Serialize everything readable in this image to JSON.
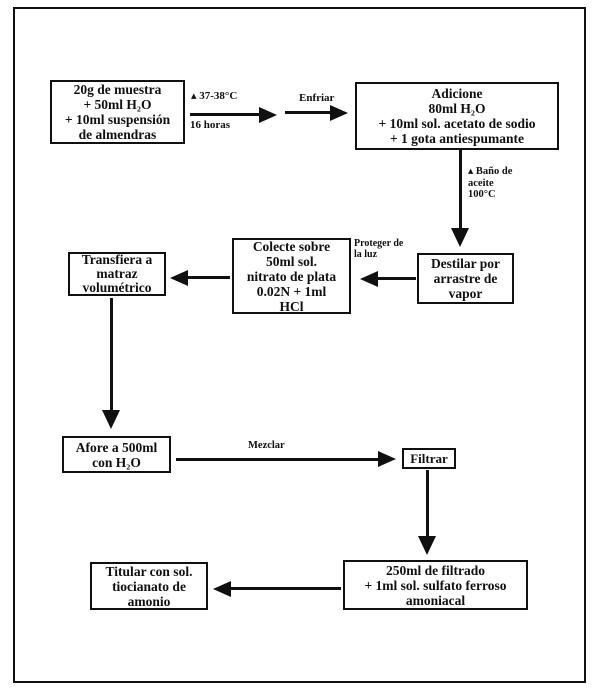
{
  "colors": {
    "ink": "#101010",
    "paper": "#ffffff"
  },
  "boxes": {
    "muestra": {
      "text": "20g de muestra\n+ 50ml H₂O\n+ 10ml suspensión\nde almendras"
    },
    "adicione": {
      "text": "Adicione\n80ml H₂O\n+ 10ml sol. acetato de sodio\n+ 1 gota antiespumante"
    },
    "destilar": {
      "text": "Destilar por\narrastre de\nvapor"
    },
    "colecte": {
      "text": "Colecte sobre\n50ml sol.\nnitrato de plata\n0.02N + 1ml\nHCl"
    },
    "transfiera": {
      "text": "Transfiera a\nmatraz\nvolumétrico"
    },
    "afore": {
      "text": "Afore a 500ml\ncon H₂O"
    },
    "filtrar": {
      "text": "Filtrar"
    },
    "filtrado": {
      "text": "250ml de filtrado\n+ 1ml sol. sulfato ferroso\namoniacal"
    },
    "titular": {
      "text": "Titular con sol.\ntiocianato de\namonio"
    }
  },
  "arrow_labels": {
    "temperatura": "▴ 37-38°C",
    "duracion": "16 horas",
    "enfriar": "Enfriar",
    "bano_aceite": "▴ Baño de\naceite\n100°C",
    "proteger_luz": "Proteger de\nla luz",
    "mezclar": "Mezclar"
  }
}
